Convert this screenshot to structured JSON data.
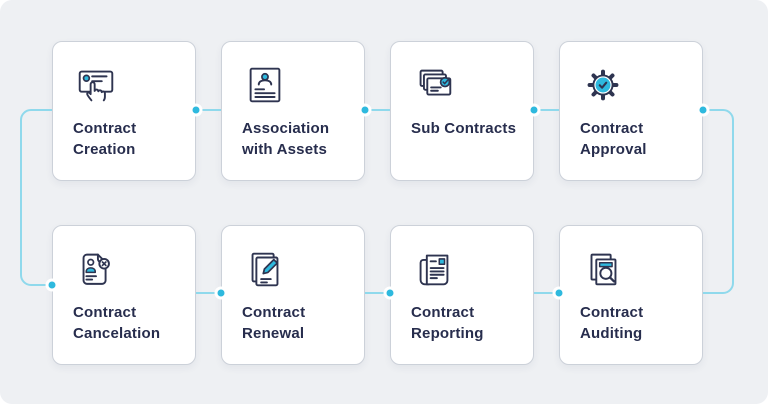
{
  "diagram": {
    "name": "contract-lifecycle-diagram",
    "cards": [
      {
        "label": "Contract Creation",
        "icon": "contract-click-icon"
      },
      {
        "label": "Association with Assets",
        "icon": "asset-profile-card-icon"
      },
      {
        "label": "Sub Contracts",
        "icon": "stacked-contracts-check-icon"
      },
      {
        "label": "Contract Approval",
        "icon": "gear-check-icon"
      },
      {
        "label": "Contract Cancelation",
        "icon": "document-person-cancel-icon"
      },
      {
        "label": "Contract Renewal",
        "icon": "document-pencil-icon"
      },
      {
        "label": "Contract Reporting",
        "icon": "newspaper-report-icon"
      },
      {
        "label": "Contract Auditing",
        "icon": "documents-magnifier-icon"
      }
    ],
    "colors": {
      "background": "#eef0f3",
      "card_background": "#ffffff",
      "card_border": "#ccd1d9",
      "label_text": "#272d4d",
      "icon_stroke": "#2e3450",
      "accent_cyan": "#2eb9de",
      "connector_line": "#8fd9ec",
      "dot_ring": "#ffffff"
    }
  }
}
